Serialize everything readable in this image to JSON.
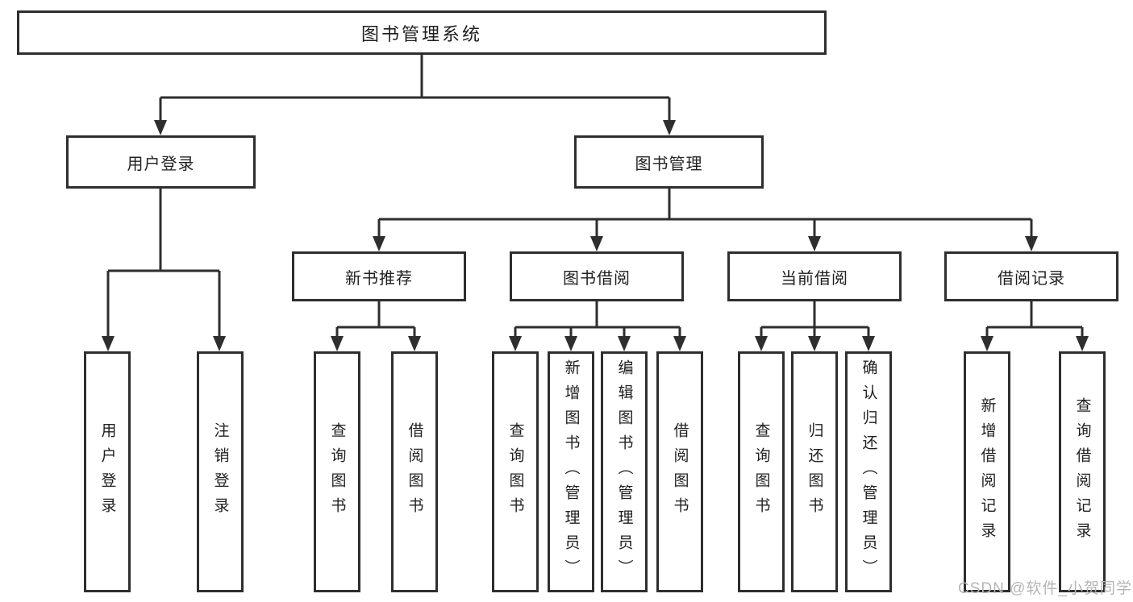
{
  "title": "图书管理系统",
  "tree": {
    "label": "图书管理系统",
    "children": [
      {
        "label": "用户登录",
        "children": [
          {
            "label": "用户登录"
          },
          {
            "label": "注销登录"
          }
        ]
      },
      {
        "label": "图书管理",
        "children": [
          {
            "label": "新书推荐",
            "children": [
              {
                "label": "查询图书"
              },
              {
                "label": "借阅图书"
              }
            ]
          },
          {
            "label": "图书借阅",
            "children": [
              {
                "label": "查询图书"
              },
              {
                "label": "新增图书（管理员）"
              },
              {
                "label": "编辑图书（管理员）"
              },
              {
                "label": "借阅图书"
              }
            ]
          },
          {
            "label": "当前借阅",
            "children": [
              {
                "label": "查询图书"
              },
              {
                "label": "归还图书"
              },
              {
                "label": "确认归还（管理员）"
              }
            ]
          },
          {
            "label": "借阅记录",
            "children": [
              {
                "label": "新增借阅记录"
              },
              {
                "label": "查询借阅记录"
              }
            ]
          }
        ]
      }
    ]
  },
  "watermark": {
    "text": "CSDN @软件_小贺同学",
    "color": "#b5b5b5"
  },
  "colors": {
    "line": "#2e2e2e",
    "box_border": "#2e2e2e",
    "text": "#1f1f1f",
    "background": "#ffffff"
  }
}
